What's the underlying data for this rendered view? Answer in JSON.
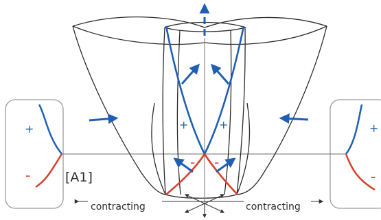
{
  "labels": {
    "a1": "[A1]",
    "contracting_left": "contracting",
    "contracting_right": "contracting",
    "plus": "+",
    "minus": "-"
  },
  "colors": {
    "blue": "#1f5fb3",
    "red": "#d8402b",
    "outline": "#2b2b2b",
    "guide": "#8c8c8c",
    "panel_border": "#9a9a9a"
  }
}
